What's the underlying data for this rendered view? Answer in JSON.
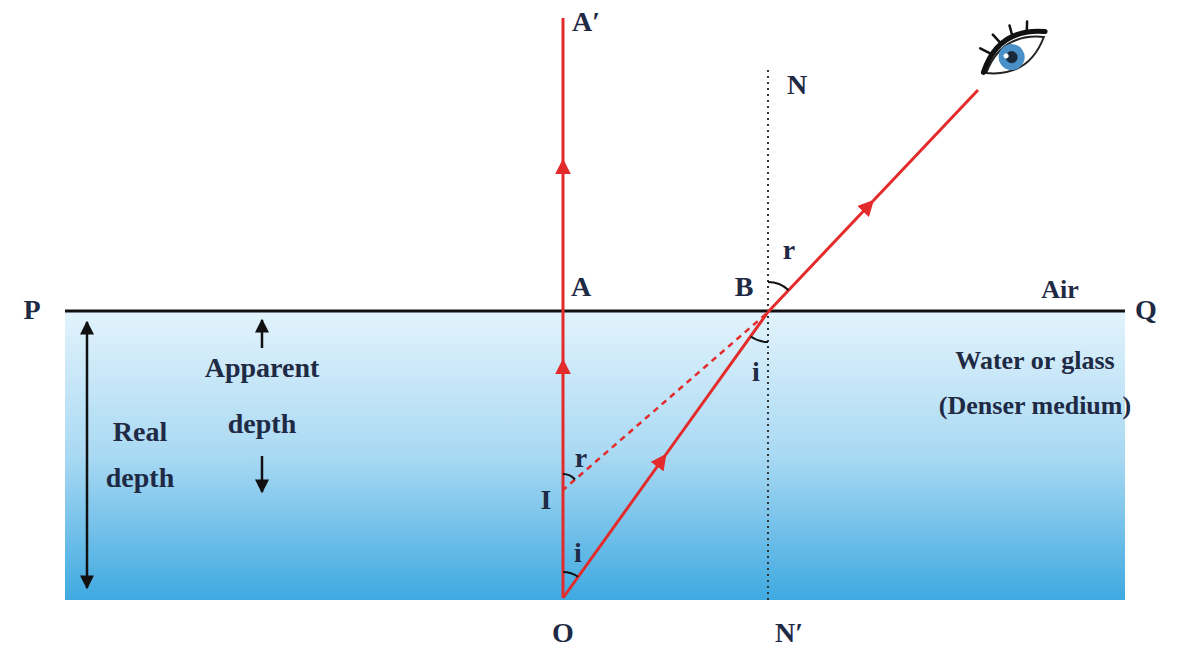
{
  "diagram": {
    "labels": [
      "A′",
      "N",
      "r",
      "A",
      "B",
      "Air",
      "P",
      "Q",
      "Apparent depth",
      "Real depth",
      "Water or glass (Denser medium)",
      "r",
      "I",
      "i",
      "i",
      "O",
      "N′"
    ]
  }
}
